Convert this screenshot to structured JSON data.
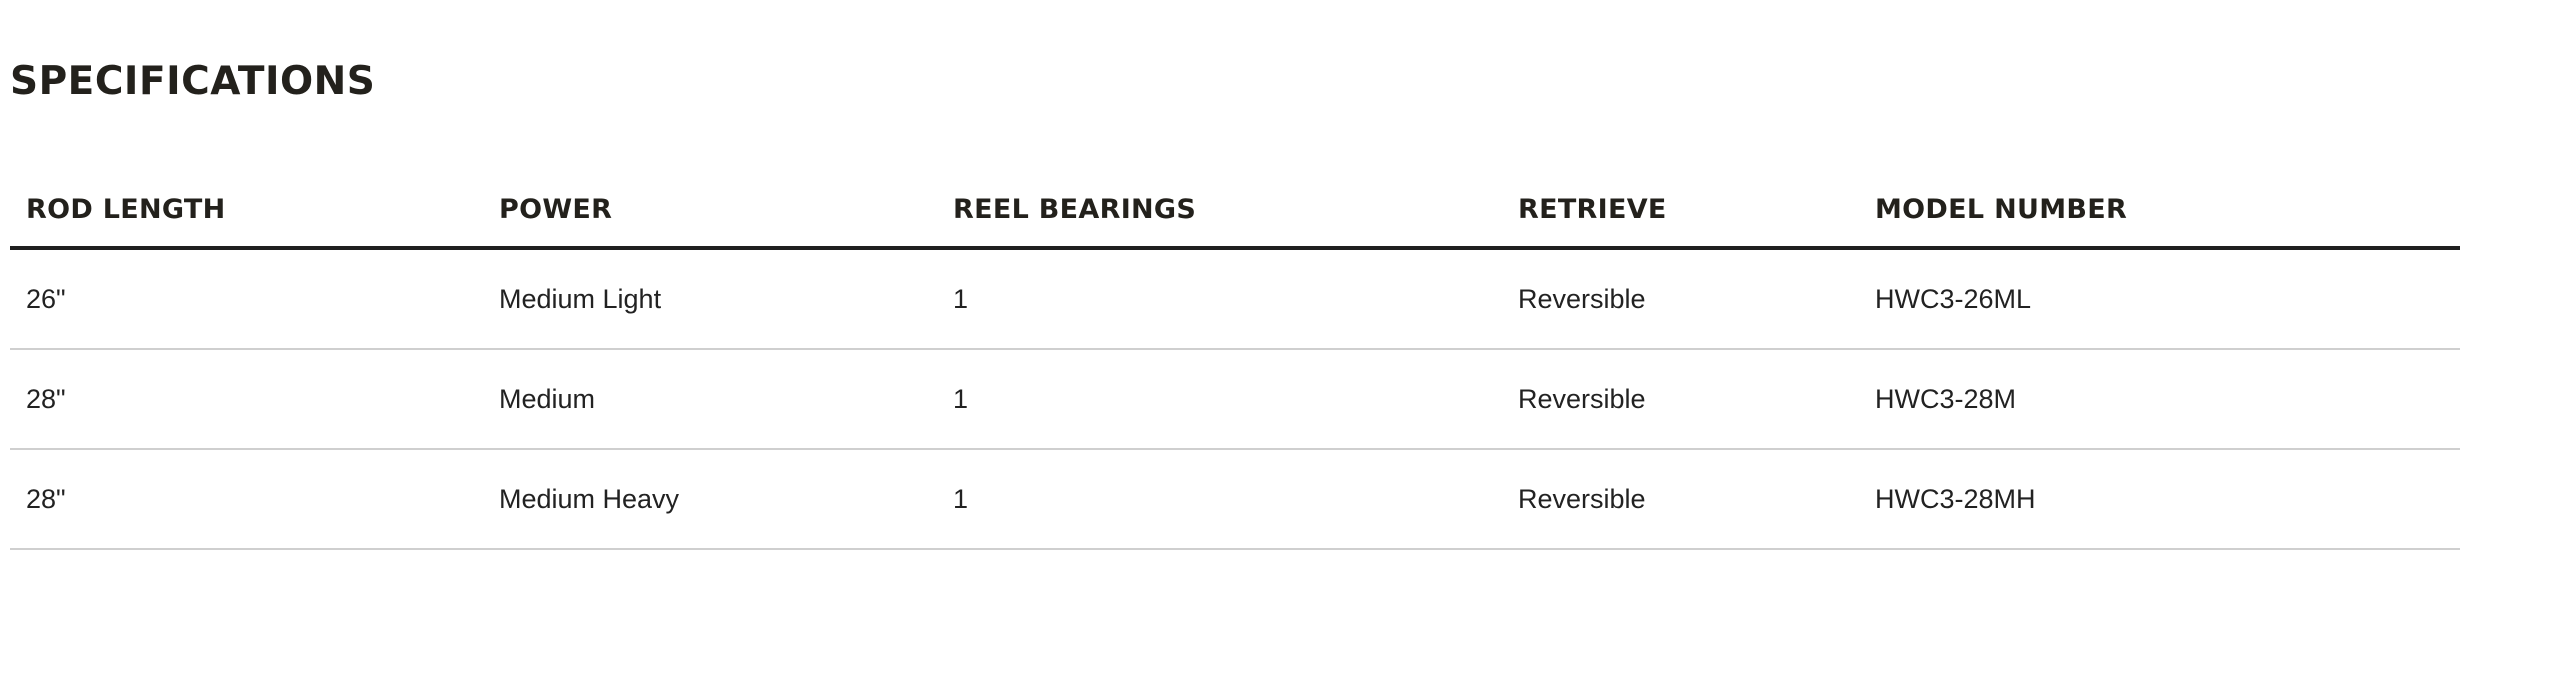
{
  "specifications": {
    "title": "SPECIFICATIONS",
    "headers": [
      "ROD LENGTH",
      "POWER",
      "REEL BEARINGS",
      "RETRIEVE",
      "MODEL NUMBER"
    ],
    "rows": [
      [
        "26\"",
        "Medium Light",
        "1",
        "Reversible",
        "HWC3-26ML"
      ],
      [
        "28\"",
        "Medium",
        "1",
        "Reversible",
        "HWC3-28M"
      ],
      [
        "28\"",
        "Medium Heavy",
        "1",
        "Reversible",
        "HWC3-28MH"
      ]
    ]
  },
  "colors": {
    "heading_text": "#23211c",
    "body_text": "#222222",
    "header_rule": "#1f1f1f",
    "row_rule": "#cfcfcf",
    "background": "#ffffff"
  }
}
